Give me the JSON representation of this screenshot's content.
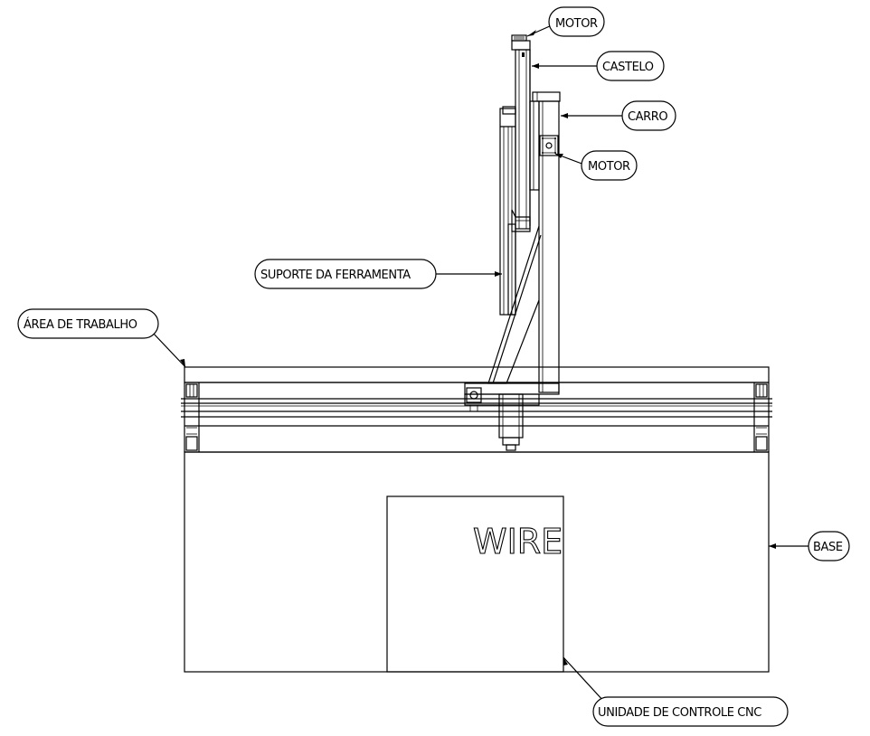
{
  "labels": {
    "motor_top": "MOTOR",
    "castelo": "CASTELO",
    "carro": "CARRO",
    "motor_carro": "MOTOR",
    "suporte_ferramenta": "SUPORTE DA FERRAMENTA",
    "area_trabalho": "ÁREA DE TRABALHO",
    "base": "BASE",
    "unidade_controle": "UNIDADE DE CONTROLE CNC"
  },
  "brand_text": "WIRE"
}
